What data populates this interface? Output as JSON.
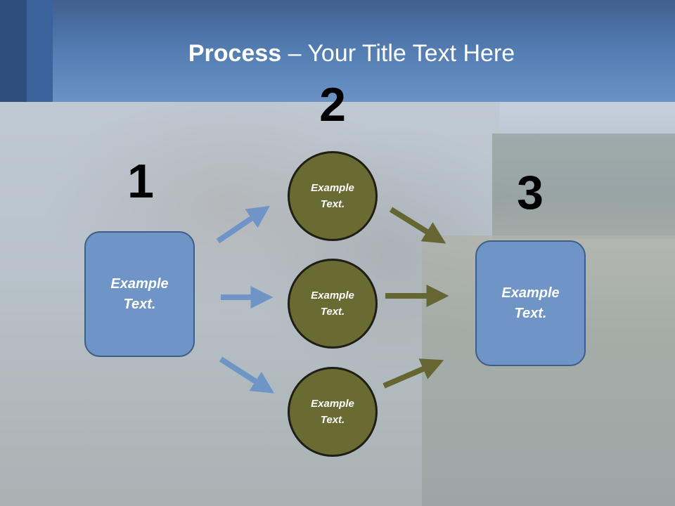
{
  "slide": {
    "title_bold": "Process",
    "title_rest": " – Your Title Text Here"
  },
  "steps": {
    "step1_number": "1",
    "step2_number": "2",
    "step3_number": "3"
  },
  "boxes": {
    "left_text": "Example Text.",
    "right_text": "Example Text."
  },
  "circles": [
    {
      "text": "Example Text."
    },
    {
      "text": "Example Text."
    },
    {
      "text": "Example Text."
    }
  ],
  "colors": {
    "header": "#5680b5",
    "box_fill": "#6f94c6",
    "circle_fill": "#6a6a33",
    "blue_arrow": "#6f94c6",
    "olive_arrow": "#666633"
  }
}
